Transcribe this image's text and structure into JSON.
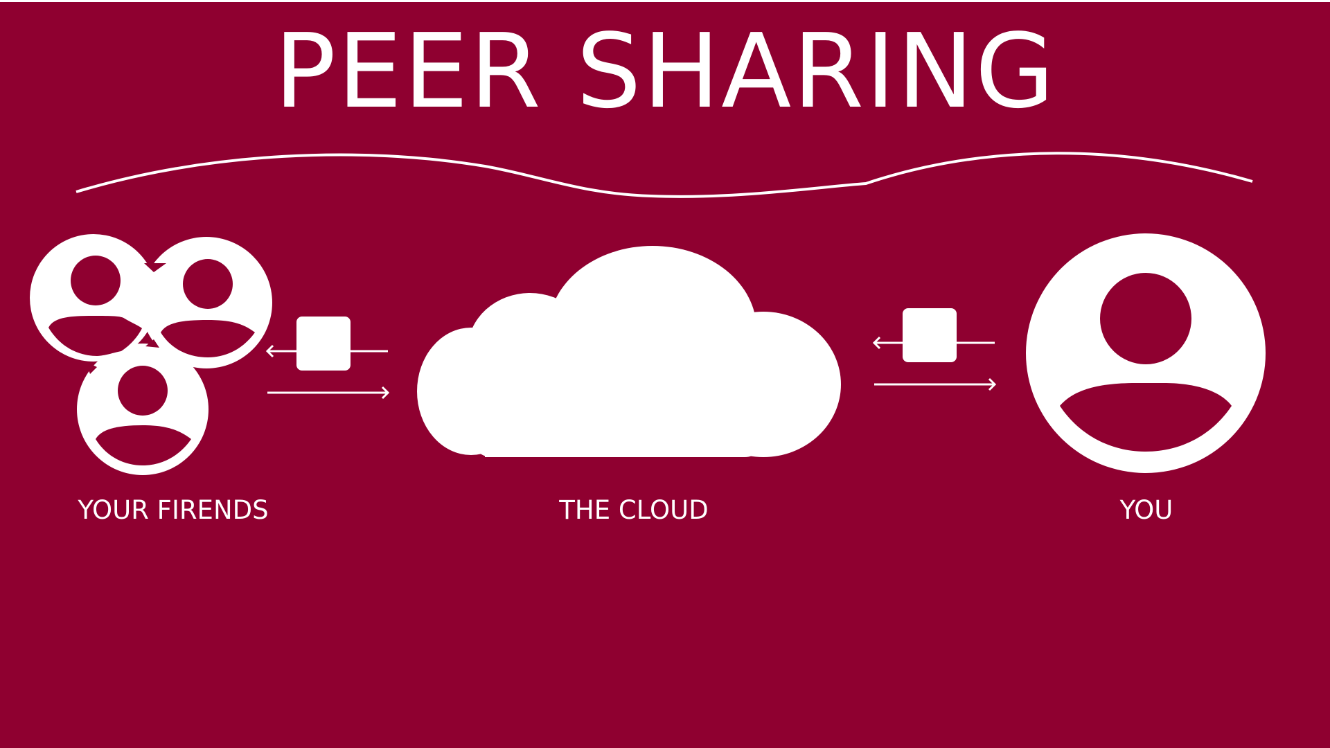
{
  "slide": {
    "title": "PEER SHARING",
    "background_color": "#8f0030",
    "foreground_color": "#ffffff"
  },
  "nodes": [
    {
      "id": "friends",
      "label": "YOUR FIRENDS",
      "icon": "group-of-people-icon"
    },
    {
      "id": "cloud",
      "label": "THE CLOUD",
      "icon": "cloud-icon"
    },
    {
      "id": "you",
      "label": "YOU",
      "icon": "user-icon"
    }
  ],
  "connectors": [
    {
      "from": "friends",
      "to": "cloud",
      "icon": "data-transfer-icon"
    },
    {
      "from": "cloud",
      "to": "you",
      "icon": "data-transfer-icon"
    }
  ]
}
